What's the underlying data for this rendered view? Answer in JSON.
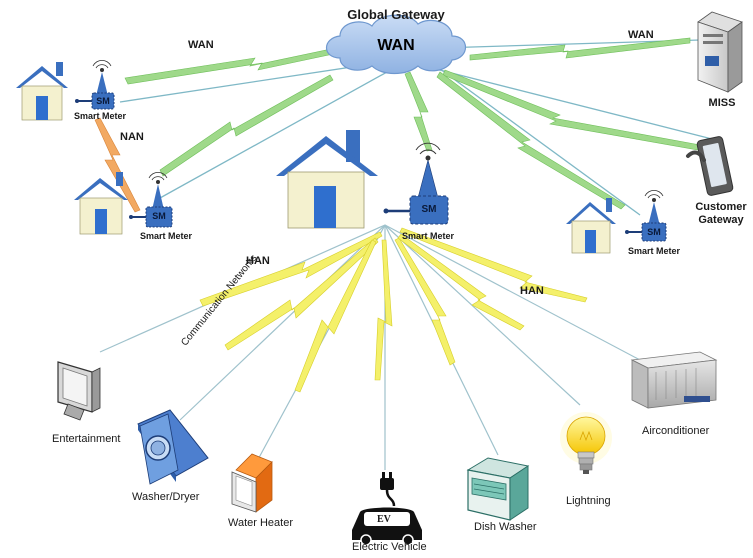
{
  "title": "Global Gateway",
  "cloud_label": "WAN",
  "links": {
    "wan_left": "WAN",
    "wan_right": "WAN",
    "nan": "NAN",
    "han_left": "HAN",
    "han_right": "HAN",
    "comm": "Communication Networks"
  },
  "meter": {
    "badge": "SM",
    "label": "Smart Meter"
  },
  "nodes": {
    "miss": "MISS",
    "customer_gateway": "Customer Gateway"
  },
  "appliances": {
    "entertainment": "Entertainment",
    "washer": "Washer/Dryer",
    "water_heater": "Water Heater",
    "ev": "Electric Vehicle",
    "ev_badge": "EV",
    "dish": "Dish Washer",
    "light": "Lightning",
    "ac": "Airconditioner"
  },
  "colors": {
    "wan_link": "#9fd98a",
    "nan_link": "#f0a860",
    "han_link": "#f2f07a",
    "line": "#8ab8c8",
    "house_roof": "#3a6fbf",
    "house_wall": "#f4f1cf",
    "meter": "#3a6fbf",
    "cloud": "#a9c6ea"
  }
}
